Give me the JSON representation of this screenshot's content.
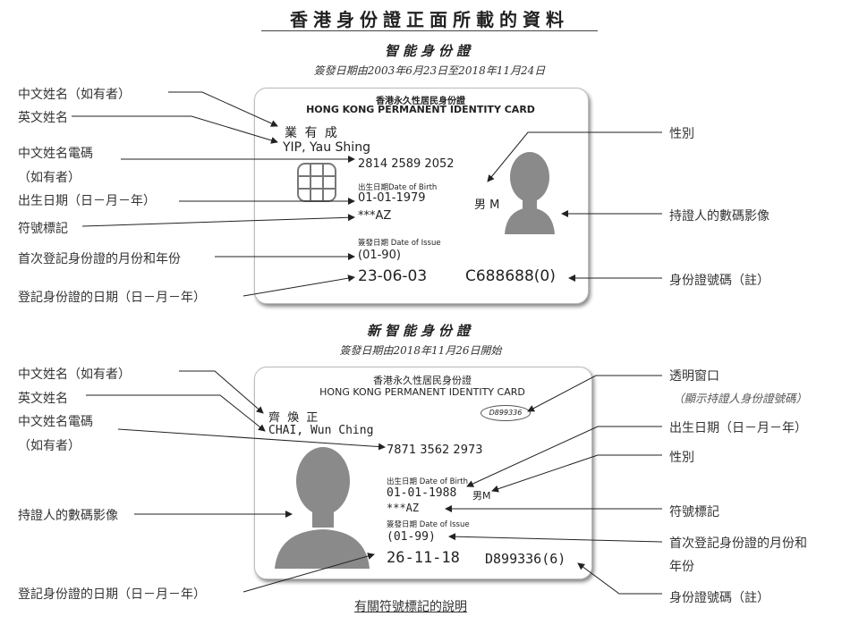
{
  "page_title": "香港身份證正面所載的資料",
  "section1": {
    "title": "智能身份證",
    "subtitle": "簽發日期由2003年6月23日至2018年11月24日",
    "labels": {
      "chinese_name": "中文姓名（如有者）",
      "english_name": "英文姓名",
      "ccc_line1": "中文姓名電碼",
      "ccc_line2": "（如有者）",
      "dob": "出生日期（日－月－年）",
      "symbols": "符號標記",
      "first_reg": "首次登記身份證的月份和年份",
      "reg_date": "登記身份證的日期（日－月－年）",
      "sex": "性別",
      "photo": "持證人的數碼影像",
      "id_no": "身份證號碼（註）"
    },
    "card": {
      "header_zh": "香港永久性居民身份證",
      "header_en": "HONG KONG PERMANENT IDENTITY CARD",
      "name_zh": "業 有 成",
      "name_en": "YIP, Yau Shing",
      "ccc": "2814 2589 2052",
      "dob_caption": "出生日期Date of Birth",
      "dob": "01-01-1979",
      "sex": "男 M",
      "symbols": "***AZ",
      "issue_caption": "簽發日期 Date of Issue",
      "first_reg": "(01-90)",
      "reg_date": "23-06-03",
      "id_no": "C688688(0)"
    }
  },
  "section2": {
    "title": "新智能身份證",
    "subtitle": "簽發日期由2018年11月26日開始",
    "labels": {
      "chinese_name": "中文姓名（如有者）",
      "english_name": "英文姓名",
      "ccc_line1": "中文姓名電碼",
      "ccc_line2": "（如有者）",
      "photo": "持證人的數碼影像",
      "reg_date": "登記身份證的日期（日－月－年）",
      "window_line1": "透明窗口",
      "window_line2": "（顯示持證人身份證號碼）",
      "dob": "出生日期（日－月－年）",
      "sex": "性別",
      "symbols": "符號標記",
      "first_reg_line1": "首次登記身份證的月份和",
      "first_reg_line2": "年份",
      "id_no": "身份證號碼（註）"
    },
    "card": {
      "header_zh": "香港永久性居民身份證",
      "header_en": "HONG KONG PERMANENT IDENTITY CARD",
      "window_no": "D899336",
      "name_zh": "齊 煥 正",
      "name_en": "CHAI, Wun Ching",
      "ccc": "7871 3562 2973",
      "dob_caption": "出生日期 Date of Birth",
      "dob": "01-01-1988",
      "sex": "男M",
      "symbols": "***AZ",
      "issue_caption": "簽發日期 Date of Issue",
      "first_reg": "(01-99)",
      "reg_date": "26-11-18",
      "id_no": "D899336(6)"
    }
  },
  "footer_link": "有關符號標記的說明"
}
